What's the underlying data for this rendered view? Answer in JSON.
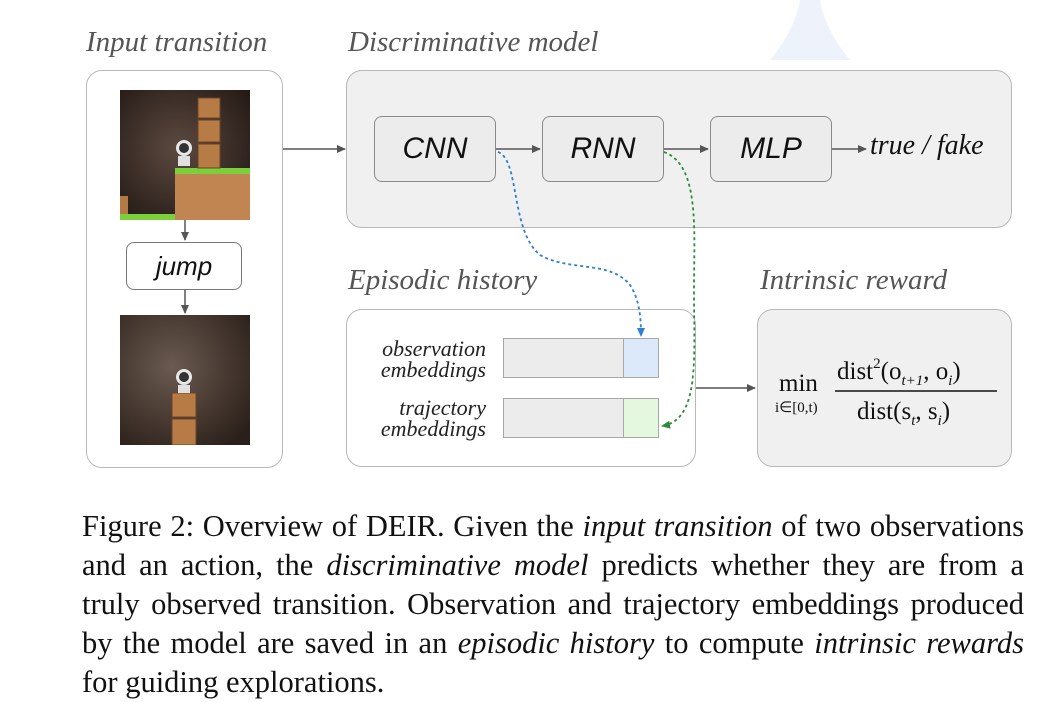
{
  "labels": {
    "input_transition": "Input transition",
    "discriminative_model": "Discriminative model",
    "episodic_history": "Episodic history",
    "intrinsic_reward": "Intrinsic reward"
  },
  "nodes": {
    "cnn": "CNN",
    "rnn": "RNN",
    "mlp": "MLP",
    "output": "true / fake",
    "action": "jump"
  },
  "history": {
    "observation_line1": "observation",
    "observation_line2": "embeddings",
    "trajectory_line1": "trajectory",
    "trajectory_line2": "embeddings"
  },
  "formula": {
    "min": "min",
    "min_sub": "i∈[0,t)",
    "num_dist": "dist",
    "num_sup": "2",
    "num_open": "(o",
    "num_sub1": "t+1",
    "num_comma": ", o",
    "num_sub2": "i",
    "num_close": ")",
    "den_dist": "dist(s",
    "den_sub1": "t",
    "den_comma": ", s",
    "den_sub2": "i",
    "den_close": ")"
  },
  "caption": {
    "lead": "Figure 2: Overview of DEIR. Given the ",
    "em1": "input transition",
    "t2": " of two observations and an action, the ",
    "em2": "discriminative model",
    "t3": " predicts whether they are from a truly observed transition. Observation and trajectory embeddings produced by the model are saved in an ",
    "em3": "episodic history",
    "t4": " to compute ",
    "em4": "intrinsic rewards",
    "t5": " for guiding explorations."
  },
  "colors": {
    "observation_arrow": "#2e7fcf",
    "trajectory_arrow": "#2e8b3a",
    "observation_cell": "#dce9fb",
    "trajectory_cell": "#e4f7df",
    "panel_fill": "#f0f0f0",
    "arrow": "#555555"
  },
  "icons": {
    "game_frame_before": "game-frame-before-icon",
    "game_frame_after": "game-frame-after-icon"
  }
}
